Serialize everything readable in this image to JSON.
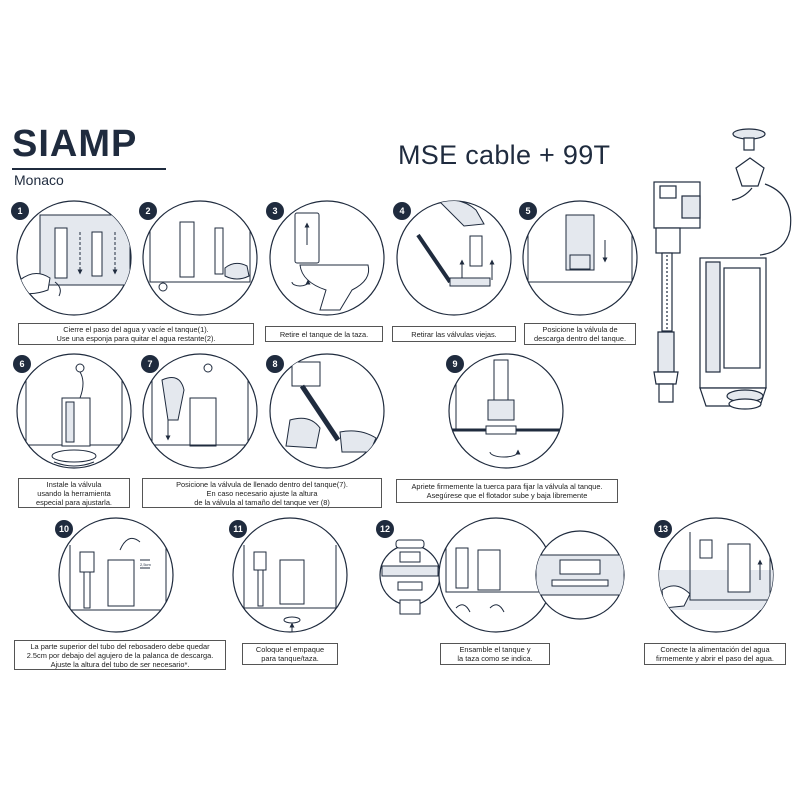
{
  "header": {
    "brand": "SIAMP",
    "model": "Monaco",
    "title": "MSE cable + 99T"
  },
  "steps": [
    {
      "num": "1"
    },
    {
      "num": "2"
    },
    {
      "num": "3"
    },
    {
      "num": "4"
    },
    {
      "num": "5"
    },
    {
      "num": "6"
    },
    {
      "num": "7"
    },
    {
      "num": "8"
    },
    {
      "num": "9"
    },
    {
      "num": "10"
    },
    {
      "num": "11"
    },
    {
      "num": "12"
    },
    {
      "num": "13"
    }
  ],
  "captions": {
    "c12": [
      "Cierre el paso del agua y vacíe el tanque(1).",
      "Use una esponja para quitar el agua restante(2)."
    ],
    "c3": [
      "Retire el tanque de la taza."
    ],
    "c4": [
      "Retirar las válvulas viejas."
    ],
    "c5": [
      "Posicione la válvula de",
      "descarga dentro del tanque."
    ],
    "c6": [
      "Instale la válvula",
      "usando la herramienta",
      "especial para ajustarla."
    ],
    "c78": [
      "Posicione la válvula de llenado dentro del tanque(7).",
      "En caso necesario ajuste la altura",
      "de la válvula al tamaño del tanque ver (8)"
    ],
    "c9": [
      "Apriete firmemente la tuerca para fijar la válvula al tanque.",
      "Asegúrese que el flotador sube y baja libremente"
    ],
    "c10": [
      "La parte superior del tubo del rebosadero debe quedar",
      "2.5cm por debajo del agujero de la palanca de descarga.",
      "Ajuste la altura del tubo de ser necesario*."
    ],
    "c11": [
      "Coloque el empaque",
      "para tanque/taza."
    ],
    "c12b": [
      "Ensamble el tanque y",
      "la taza como se indica."
    ],
    "c13": [
      "Conecte la alimentación del agua",
      "firmemente y abrir el paso del agua."
    ]
  },
  "annotations": {
    "gap_label": "2,5cm"
  },
  "colors": {
    "ink": "#1f2b3e",
    "badge": "#1f2b3e",
    "caption_border": "#555555"
  }
}
